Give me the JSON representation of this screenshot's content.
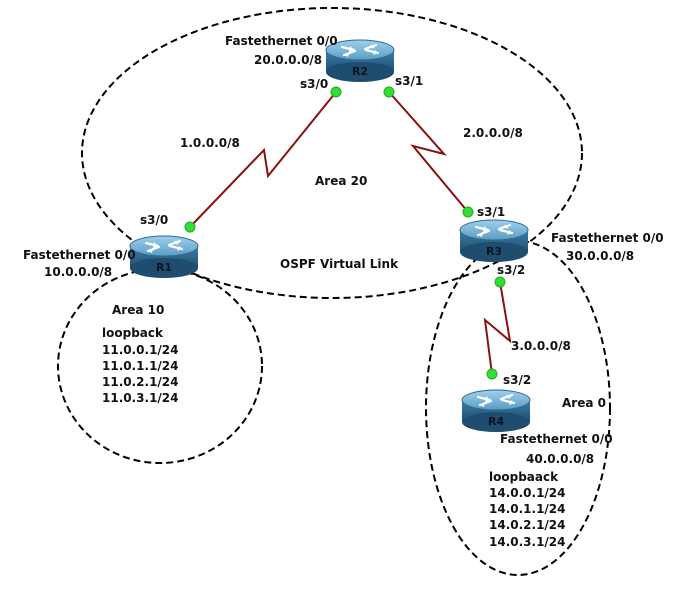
{
  "areas": {
    "area20_label": "Area 20",
    "area10_label": "Area 10",
    "area0_label": "Area 0",
    "virtual_link_label": "OSPF Virtual Link"
  },
  "routers": {
    "r1": {
      "name": "R1",
      "iface_label": "Fastethernet 0/0",
      "iface_net": "10.0.0.0/8",
      "serial": "s3/0"
    },
    "r2": {
      "name": "R2",
      "iface_label": "Fastethernet 0/0",
      "iface_net": "20.0.0.0/8",
      "serial_left": "s3/0",
      "serial_right": "s3/1"
    },
    "r3": {
      "name": "R3",
      "iface_label": "Fastethernet 0/0",
      "iface_net": "30.0.0.0/8",
      "serial_top": "s3/1",
      "serial_bottom": "s3/2"
    },
    "r4": {
      "name": "R4",
      "iface_label": "Fastethernet 0/0",
      "iface_net": "40.0.0.0/8",
      "serial": "s3/2"
    }
  },
  "links": {
    "r1_r2": "1.0.0.0/8",
    "r2_r3": "2.0.0.0/8",
    "r3_r4": "3.0.0.0/8"
  },
  "loopbacks": {
    "r1": {
      "title": "loopback",
      "addresses": [
        "11.0.0.1/24",
        "11.0.1.1/24",
        "11.0.2.1/24",
        "11.0.3.1/24"
      ]
    },
    "r4": {
      "title": "loopbaack",
      "addresses": [
        "14.0.0.1/24",
        "14.0.1.1/24",
        "14.0.2.1/24",
        "14.0.3.1/24"
      ]
    }
  },
  "colors": {
    "link": "#8b1010",
    "port": "#33dd33",
    "router_body": "#3f7fa8"
  }
}
